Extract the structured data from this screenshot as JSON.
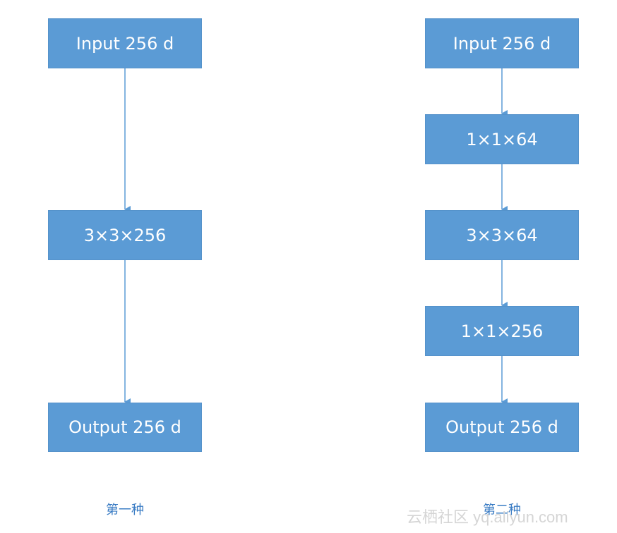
{
  "left": {
    "boxes": [
      "Input 256 d",
      "3×3×256",
      "Output 256 d"
    ],
    "caption": "第一种"
  },
  "right": {
    "boxes": [
      "Input 256 d",
      "1×1×64",
      "3×3×64",
      "1×1×256",
      "Output 256 d"
    ],
    "caption": "第二种"
  },
  "watermark": "云栖社区 yq.aliyun.com",
  "colors": {
    "box_fill": "#5b9bd5",
    "box_text": "#ffffff",
    "arrow": "#5b9bd5",
    "caption": "#3a7cc4"
  }
}
